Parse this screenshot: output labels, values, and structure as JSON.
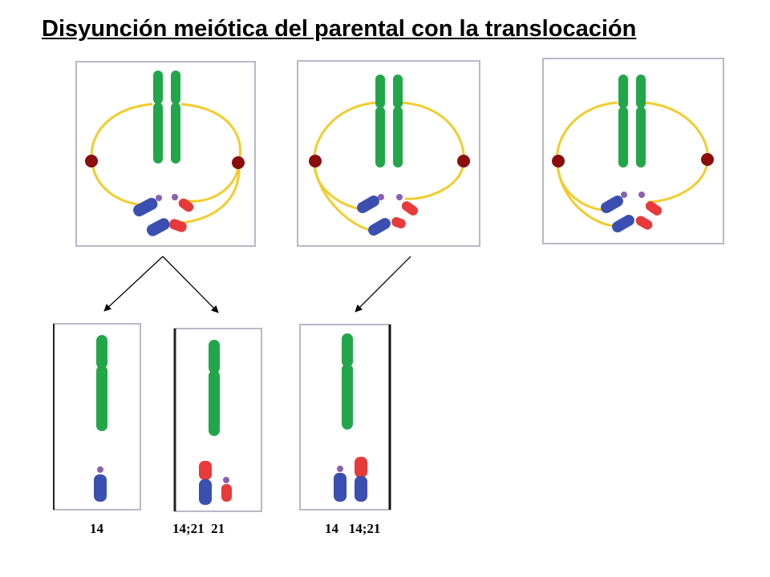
{
  "title": "Disyunción meiótica del parental con la translocación",
  "gamete_labels": [
    "14",
    "14;21  21",
    "14   14;21"
  ],
  "colors": {
    "chromosome_14": "#22a64a",
    "chromosome_21": "#3a4fb0",
    "translocation_14_21": "#e83a3a",
    "satellite": "#8b5fb0",
    "spindle": "#f2cc2a",
    "centrosome": "#8b0d0d",
    "panel_border": "#b8b8c8"
  }
}
